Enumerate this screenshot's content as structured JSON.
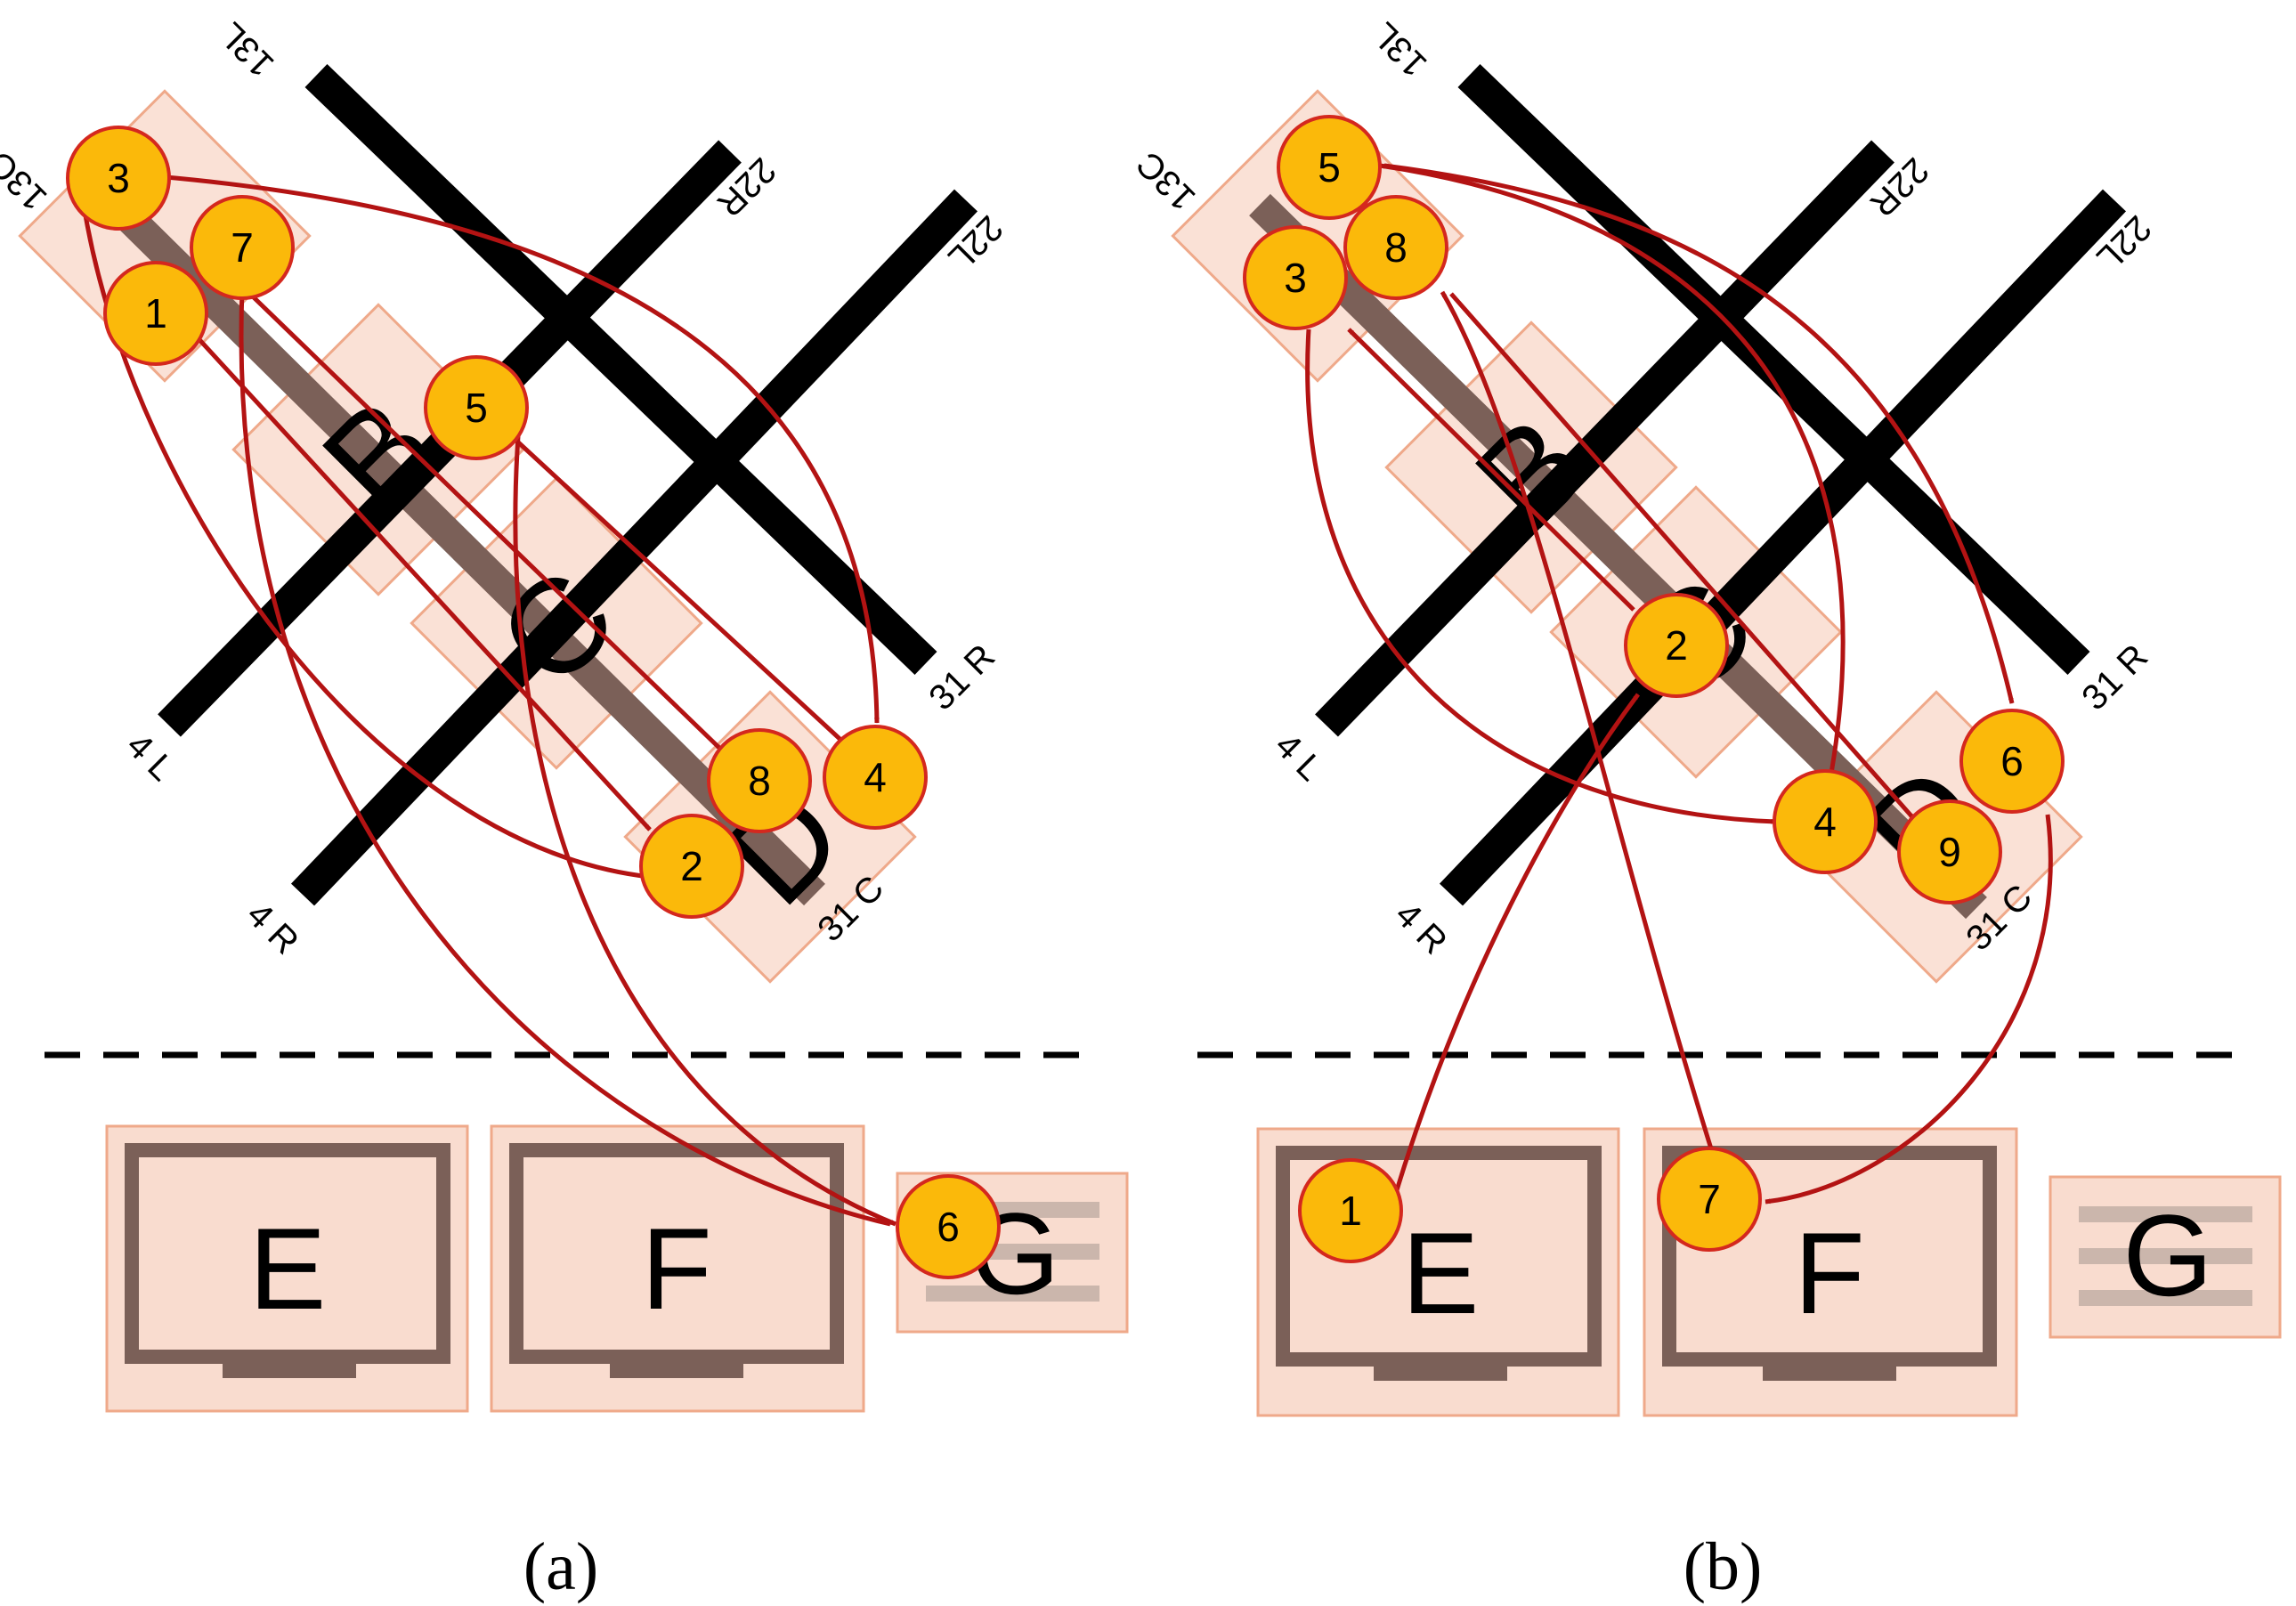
{
  "colors": {
    "runway": "#000000",
    "aoi_fill": "#f9dccf",
    "aoi_stroke": "#efa98a",
    "node_fill": "#fbb90a",
    "node_stroke": "#d4281e",
    "arrow": "#b31313",
    "monitor": "#7b6058",
    "divider": "#000000"
  },
  "panels": [
    {
      "caption": "(a)",
      "runway_labels": {
        "r13l": "13L",
        "r22r": "22R",
        "r22l": "22L",
        "r13c": "13C",
        "r31r": "31 R",
        "r4l": "4 L",
        "r4r": "4 R",
        "r31c": "31 C"
      },
      "aoi_letters": {
        "B": "B",
        "C": "C",
        "D": "D",
        "E": "E",
        "F": "F",
        "G": "G"
      },
      "nodes": [
        "3",
        "7",
        "1",
        "5",
        "8",
        "4",
        "2",
        "6"
      ],
      "transitions": [
        [
          "1",
          "2"
        ],
        [
          "2",
          "3"
        ],
        [
          "3",
          "4"
        ],
        [
          "4",
          "5"
        ],
        [
          "5",
          "6"
        ],
        [
          "6",
          "7"
        ],
        [
          "7",
          "8"
        ]
      ]
    },
    {
      "caption": "(b)",
      "runway_labels": {
        "r13l": "13L",
        "r22r": "22R",
        "r22l": "22L",
        "r13c": "13C",
        "r31r": "31 R",
        "r4l": "4 L",
        "r4r": "4 R",
        "r31c": "31 C"
      },
      "aoi_letters": {
        "B": "B",
        "C": "C",
        "D": "D",
        "E": "E",
        "F": "F",
        "G": "G"
      },
      "nodes": [
        "5",
        "8",
        "3",
        "2",
        "6",
        "4",
        "9",
        "1",
        "7"
      ],
      "transitions": [
        [
          "1",
          "2"
        ],
        [
          "2",
          "3"
        ],
        [
          "3",
          "4"
        ],
        [
          "4",
          "5"
        ],
        [
          "5",
          "6"
        ],
        [
          "6",
          "7"
        ],
        [
          "7",
          "8"
        ],
        [
          "8",
          "9"
        ]
      ]
    }
  ]
}
